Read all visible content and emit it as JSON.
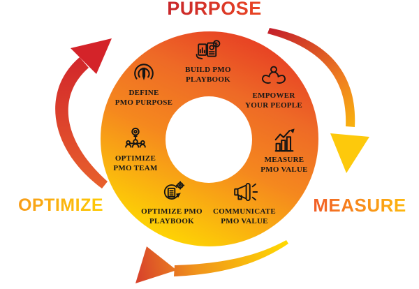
{
  "diagram_title": "PMO cycle diagram",
  "titles": {
    "top": "PURPOSE",
    "left": "OPTIMIZE",
    "right": "MEASURE"
  },
  "segments": [
    {
      "id": "define-pmo-purpose",
      "line1": "DEFINE",
      "line2": "PMO PURPOSE",
      "icon": "target-pencil-icon"
    },
    {
      "id": "build-pmo-playbook",
      "line1": "BUILD PMO",
      "line2": "PLAYBOOK",
      "icon": "playbook-book-icon"
    },
    {
      "id": "empower-your-people",
      "line1": "EMPOWER",
      "line2": "YOUR PEOPLE",
      "icon": "hands-person-icon"
    },
    {
      "id": "measure-pmo-value",
      "line1": "MEASURE",
      "line2": "PMO VALUE",
      "icon": "growth-chart-icon"
    },
    {
      "id": "communicate-pmo-value",
      "line1": "COMMUNICATE",
      "line2": "PMO VALUE",
      "icon": "megaphone-icon"
    },
    {
      "id": "optimize-pmo-playbook",
      "line1": "OPTIMIZE PMO",
      "line2": "PLAYBOOK",
      "icon": "process-cycle-icon"
    },
    {
      "id": "optimize-pmo-team",
      "line1": "OPTIMIZE",
      "line2": "PMO TEAM",
      "icon": "team-idea-icon"
    }
  ],
  "icon_extras": {
    "coin_symbol": "$"
  },
  "colors": {
    "purpose_from": "#c1202b",
    "purpose_to": "#f04b23",
    "optimize_from": "#f6921e",
    "optimize_to": "#ffd400",
    "measure_from": "#f0512b",
    "measure_to": "#ffc50a",
    "ring_top": "#e63a24",
    "ring_mid": "#f5881e",
    "ring_bottom": "#ffdf00",
    "label_text": "#161616",
    "arrow_red_dark": "#cf1f2b",
    "arrow_orange": "#f0931b",
    "arrow_yellow": "#ffd901"
  }
}
